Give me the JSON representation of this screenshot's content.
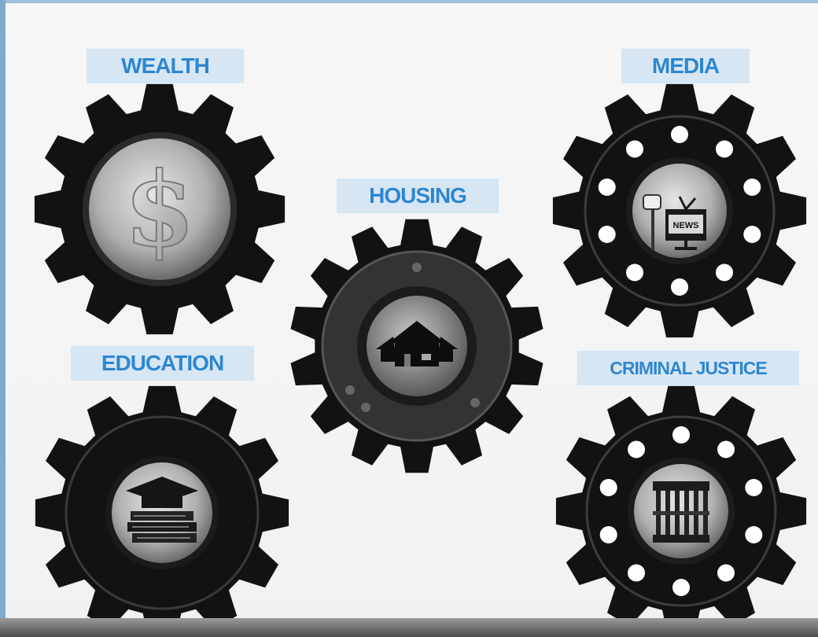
{
  "labels": {
    "wealth": "WEALTH",
    "media": "MEDIA",
    "housing": "HOUSING",
    "education": "EDUCATION",
    "criminal_justice": "CRIMINAL JUSTICE"
  },
  "badge_text": {
    "news": "NEWS"
  },
  "colors": {
    "label_background": "#d6e6f3",
    "label_text": "#2d86d1",
    "gear": "#121212",
    "gear_rim": "#2e2e2e",
    "hub": "#8a8a8a",
    "hub_light": "#d8d8d8",
    "background": "#f4f4f4",
    "frame_edge": "#7fa9cf"
  },
  "icons": {
    "wealth": "dollar-icon",
    "media": "news-icon",
    "housing": "house-icon",
    "education": "graduation-books-icon",
    "criminal_justice": "jail-bars-icon"
  }
}
